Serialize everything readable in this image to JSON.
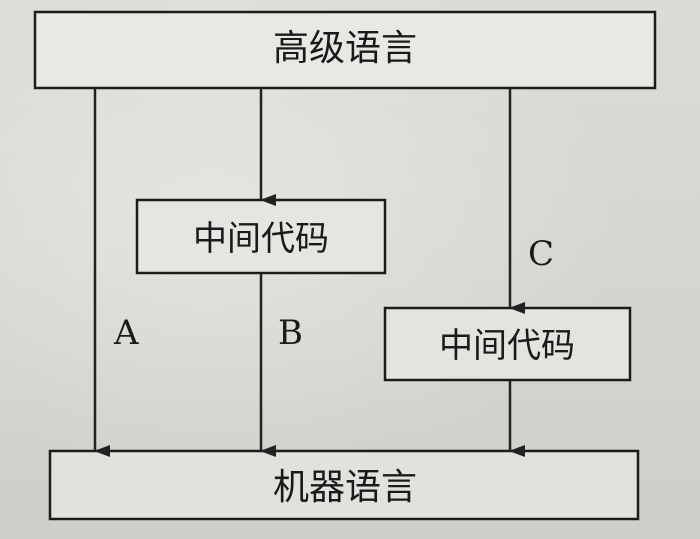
{
  "diagram": {
    "nodes": {
      "high_level_language": "高级语言",
      "intermediate_code_middle": "中间代码",
      "intermediate_code_right": "中间代码",
      "machine_language": "机器语言"
    },
    "edge_labels": {
      "a": "A",
      "b": "B",
      "c": "C"
    }
  }
}
